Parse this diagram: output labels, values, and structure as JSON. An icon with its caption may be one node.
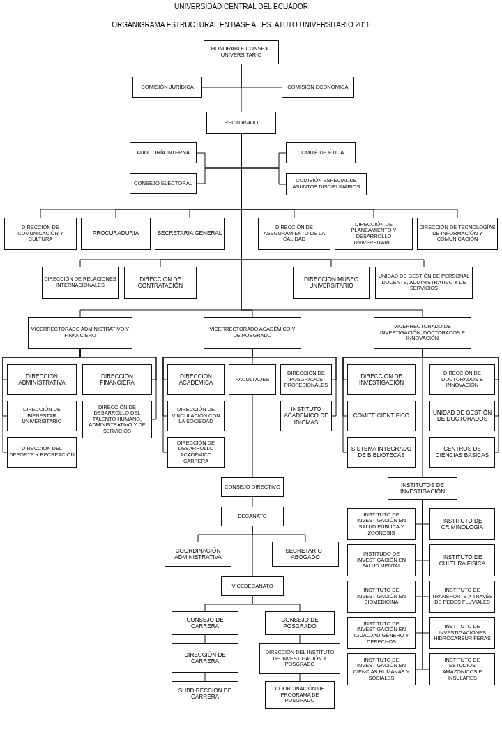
{
  "diagram": {
    "title": "UNIVERSIDAD CENTRAL DEL ECUADOR",
    "nodes": [
      {
        "text": [
          "HONORABLE CONSEJO UNIVERSITARIO"
        ]
      },
      {
        "text": [
          "COMISIÓN JURÍDICA"
        ]
      },
      {
        "text": [
          "COMISIÓN ECONÓMICA"
        ]
      },
      {
        "text": [
          "RECTORADO"
        ]
      },
      {
        "text": [
          "AUDITORÍA INTERNA"
        ]
      },
      {
        "text": [
          "CONSEJO ELECTORAL"
        ]
      },
      {
        "text": [
          "COMITÉ DE ÉTICA"
        ]
      },
      {
        "text": [
          "COMISIÓN ESPECIAL DE ASUNTOS DISCIPLINARIOS"
        ]
      },
      {
        "text": [
          "DIRECCIÓN DE COMUNICACIÓN Y CULTURA"
        ]
      },
      {
        "text": [
          "PROCURADURÍA"
        ]
      },
      {
        "text": [
          "SECRETARÍA GENERAL"
        ]
      },
      {
        "text": [
          "DIRECCIÓN DE ASEGURAMIENTO DE LA CALIDAD"
        ]
      },
      {
        "text": [
          "DIRECCIÓN DE PLANEAMIENTO Y DESARROLLO UNIVERSITARIO"
        ]
      },
      {
        "text": [
          "DIRECCIÓN DE TECNOLOGÍAS DE INFORMACIÓN Y COMUNICACIÓN"
        ]
      },
      {
        "text": [
          "DIRECCIÓN DE RELACIONES INTERNACIONALES"
        ]
      },
      {
        "text": [
          "DIRECCIÓN DE CONTRATACIÓN"
        ]
      },
      {
        "text": [
          "DIRECCIÓN MUSEO UNIVERSITARIO"
        ]
      },
      {
        "text": [
          "UNIDAD DE GESTIÓN DE PERSONAL DOCENTE, ADMINISTRATIVO Y DE SERVICIOS"
        ]
      },
      {
        "text": [
          "VICERRECTORADO ADMINISTRATIVO Y FINANCIERO"
        ]
      },
      {
        "text": [
          "VICERRECTORADO ACADÉMICO Y DE POSGRADO"
        ]
      },
      {
        "text": [
          "VICERRECTORADO DE INVESTIGACIÓN, DOCTORADOS E INNOVACIÓN"
        ]
      },
      {
        "text": [
          "DIRECCIÓN ADMINISTRATIVA"
        ]
      },
      {
        "text": [
          "DIRECCIÓN FINANCIERA"
        ]
      },
      {
        "text": [
          "DIRECCIÓN DE BIENESTAR UNIVERSITARIO"
        ]
      },
      {
        "text": [
          "DIRECCIÓN DE DESARROLLO DEL TALENTO HUMANO, ADMINISTRATIVO Y DE SERVICIOS"
        ]
      },
      {
        "text": [
          "DIRECCIÓN DEL DEPORTE Y RECREACIÓN"
        ]
      },
      {
        "text": [
          "DIRECCIÓN ACADÉMICA"
        ]
      },
      {
        "text": [
          "FACULTADES"
        ]
      },
      {
        "text": [
          "DIRECCIÓN DE POSGRADOS PROFESIONALES"
        ]
      },
      {
        "text": [
          "DIRECCIÓN DE VINCULACIÓN CON LA SOCIEDAD"
        ]
      },
      {
        "text": [
          "INSTITUTO ACADÉMICO DE IDIOMAS"
        ]
      },
      {
        "text": [
          "DIRECCIÓN DE DESARROLLO ACADÉMICO CARRERA"
        ]
      },
      {
        "text": [
          "DIRECCIÓN DE INVESTIGACIÓN"
        ]
      },
      {
        "text": [
          "DIRECCIÓN DE DOCTORADOS E INNOVACIÓN"
        ]
      },
      {
        "text": [
          "COMITÉ CIENTÍFICO"
        ]
      },
      {
        "text": [
          "UNIDAD DE GESTIÓN DE DOCTORADOS"
        ]
      },
      {
        "text": [
          "SISTEMA INTEGRADO DE BIBLIOTECAS"
        ]
      },
      {
        "text": [
          "CENTROS DE CIENCIAS BÁSICAS"
        ]
      },
      {
        "text": [
          "CONSEJO DIRECTIVO"
        ]
      },
      {
        "text": [
          "DECANATO"
        ]
      },
      {
        "text": [
          "COORDINACIÓN ADMINISTRATIVA"
        ]
      },
      {
        "text": [
          "SECRETARIO - ABOGADO"
        ]
      },
      {
        "text": [
          "VICEDECANATO"
        ]
      },
      {
        "text": [
          "CONSEJO DE CARRERA"
        ]
      },
      {
        "text": [
          "CONSEJO DE POSGRADO"
        ]
      },
      {
        "text": [
          "DIRECCIÓN DE CARRERA"
        ]
      },
      {
        "text": [
          "DIRECCIÓN DEL INSTITUTO DE INVESTIGACIÓN Y POSGRADO"
        ]
      },
      {
        "text": [
          "SUBDIRECCIÓN DE CARRERA"
        ]
      },
      {
        "text": [
          "COORDINACIÓN DE PROGRAMA DE POSGRADO"
        ]
      },
      {
        "text": [
          "INSTITUTOS DE INVESTIGACIÓN"
        ]
      },
      {
        "text": [
          "INSTITUTO DE INVESTIGACIÓN EN SALUD PÚBLICA Y ZOONOSIS"
        ]
      },
      {
        "text": [
          "INSTITUTO DE CRIMINOLOGÍA"
        ]
      },
      {
        "text": [
          "INSTITUDO DE INVESTIGACIÓN EN SALUD MENTAL"
        ]
      },
      {
        "text": [
          "INSTITUTO DE CULTURA FÍSICA"
        ]
      },
      {
        "text": [
          "INSTITUTO DE INVESTIGACIÓN EN BIOMEDICINA"
        ]
      },
      {
        "text": [
          "INSTITUTO DE TRANSPORTE A TRAVÉS DE REDES FLUVIALES"
        ]
      },
      {
        "text": [
          "INSTITUTO DE INVESTIGACIÓN EN IGUALDAD GÉNERO Y DERECHOS"
        ]
      },
      {
        "text": [
          "INSTITUTO DE INVESTIGACIONES HIDROCARBURÍFERAS"
        ]
      },
      {
        "text": [
          "INSTITUTO DE INVESTIGACIÓN EN CIENCIAS HUMANAS Y SOCIALES"
        ]
      },
      {
        "text": [
          "INSTITUTO DE ESTUDIOS AMAZÓNICOS E INSULARES"
        ]
      }
    ],
    "edges": [
      {
        "from": 0,
        "to": 1,
        "arrow": "none"
      },
      {
        "from": 0,
        "to": 2,
        "arrow": "none"
      },
      {
        "from": 0,
        "to": 3,
        "arrow": "none"
      },
      {
        "from": 3,
        "to": 4,
        "arrow": "none"
      },
      {
        "from": 3,
        "to": 5,
        "arrow": "none"
      },
      {
        "from": 3,
        "to": 6,
        "arrow": "none"
      },
      {
        "from": 3,
        "to": 7,
        "arrow": "none"
      },
      {
        "from": 3,
        "to": 8,
        "arrow": "none"
      },
      {
        "from": 3,
        "to": 9,
        "arrow": "none"
      },
      {
        "from": 3,
        "to": 10,
        "arrow": "none"
      },
      {
        "from": 3,
        "to": 11,
        "arrow": "none"
      },
      {
        "from": 3,
        "to": 12,
        "arrow": "none"
      },
      {
        "from": 3,
        "to": 13,
        "arrow": "none"
      },
      {
        "from": 3,
        "to": 14,
        "arrow": "none"
      },
      {
        "from": 3,
        "to": 15,
        "arrow": "none"
      },
      {
        "from": 3,
        "to": 16,
        "arrow": "none"
      },
      {
        "from": 3,
        "to": 17,
        "arrow": "none"
      },
      {
        "from": 3,
        "to": 18,
        "arrow": "none"
      },
      {
        "from": 3,
        "to": 19,
        "arrow": "none"
      },
      {
        "from": 3,
        "to": 20,
        "arrow": "none"
      },
      {
        "from": 18,
        "to": 21,
        "arrow": "none"
      },
      {
        "from": 18,
        "to": 22,
        "arrow": "none"
      },
      {
        "from": 18,
        "to": 23,
        "arrow": "none"
      },
      {
        "from": 18,
        "to": 24,
        "arrow": "none"
      },
      {
        "from": 18,
        "to": 25,
        "arrow": "none"
      },
      {
        "from": 19,
        "to": 26,
        "arrow": "none"
      },
      {
        "from": 19,
        "to": 27,
        "arrow": "none"
      },
      {
        "from": 19,
        "to": 28,
        "arrow": "none"
      },
      {
        "from": 19,
        "to": 29,
        "arrow": "none"
      },
      {
        "from": 19,
        "to": 30,
        "arrow": "none"
      },
      {
        "from": 19,
        "to": 31,
        "arrow": "none"
      },
      {
        "from": 20,
        "to": 32,
        "arrow": "none"
      },
      {
        "from": 20,
        "to": 33,
        "arrow": "none"
      },
      {
        "from": 20,
        "to": 34,
        "arrow": "none"
      },
      {
        "from": 20,
        "to": 35,
        "arrow": "none"
      },
      {
        "from": 20,
        "to": 36,
        "arrow": "none"
      },
      {
        "from": 20,
        "to": 37,
        "arrow": "none"
      },
      {
        "from": 20,
        "to": 49,
        "arrow": "none"
      },
      {
        "from": 27,
        "to": 38,
        "arrow": "none"
      },
      {
        "from": 38,
        "to": 39,
        "arrow": "none"
      },
      {
        "from": 39,
        "to": 40,
        "arrow": "none"
      },
      {
        "from": 39,
        "to": 41,
        "arrow": "none"
      },
      {
        "from": 39,
        "to": 42,
        "arrow": "none"
      },
      {
        "from": 42,
        "to": 43,
        "arrow": "none"
      },
      {
        "from": 42,
        "to": 44,
        "arrow": "none"
      },
      {
        "from": 43,
        "to": 45,
        "arrow": "none"
      },
      {
        "from": 45,
        "to": 47,
        "arrow": "none"
      },
      {
        "from": 44,
        "to": 46,
        "arrow": "none"
      },
      {
        "from": 46,
        "to": 48,
        "arrow": "none"
      },
      {
        "from": 49,
        "to": 50,
        "arrow": "none"
      },
      {
        "from": 49,
        "to": 51,
        "arrow": "none"
      },
      {
        "from": 49,
        "to": 52,
        "arrow": "none"
      },
      {
        "from": 49,
        "to": 53,
        "arrow": "none"
      },
      {
        "from": 49,
        "to": 54,
        "arrow": "none"
      },
      {
        "from": 49,
        "to": 55,
        "arrow": "none"
      },
      {
        "from": 49,
        "to": 56,
        "arrow": "none"
      },
      {
        "from": 49,
        "to": 57,
        "arrow": "none"
      },
      {
        "from": 49,
        "to": 58,
        "arrow": "none"
      },
      {
        "from": 49,
        "to": 59,
        "arrow": "none"
      }
    ],
    "labels": [
      "ORGANIGRAMA ESTRUCTURAL EN BASE AL ESTATUTO UNIVERSITARIO 2016"
    ]
  }
}
